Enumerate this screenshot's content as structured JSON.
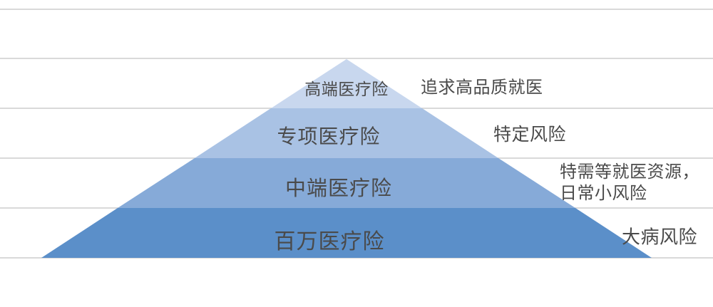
{
  "canvas": {
    "background": "#ffffff",
    "gridline_color": "#d9d9d9",
    "text_color": "#4a4a4a"
  },
  "pyramid": {
    "type": "pyramid",
    "tiers": [
      {
        "label": "高端医疗险",
        "note": "追求高品质就医",
        "color": "#c8d7ee"
      },
      {
        "label": "专项医疗险",
        "note": "特定风险",
        "color": "#a9c2e4"
      },
      {
        "label": "中端医疗险",
        "note": "特需等就医资源，\n日常小风险",
        "color": "#86aad8"
      },
      {
        "label": "百万医疗险",
        "note": "大病风险",
        "color": "#5b8fc9"
      }
    ]
  }
}
